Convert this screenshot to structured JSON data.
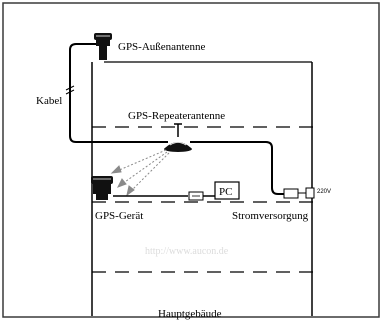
{
  "labels": {
    "outdoor_antenna": "GPS-Außenantenne",
    "cable": "Kabel",
    "repeater_antenna": "GPS-Repeaterantenne",
    "pc": "PC",
    "gps_device": "GPS-Gerät",
    "power_supply": "Stromversorgung",
    "voltage": "220V",
    "watermark": "http://www.aucon.de",
    "main_building": "Hauptgebäude"
  },
  "colors": {
    "frame": "#3a3a3a",
    "line": "#000000",
    "signal": "#8a8a8a",
    "watermark": "#dcdcdc"
  },
  "icons": {
    "outdoor_antenna": "gps-antenna-icon",
    "repeater_antenna": "repeater-dome-icon",
    "gps_device": "gps-device-icon",
    "pc": "pc-box-icon",
    "power_supply": "power-adapter-icon"
  }
}
